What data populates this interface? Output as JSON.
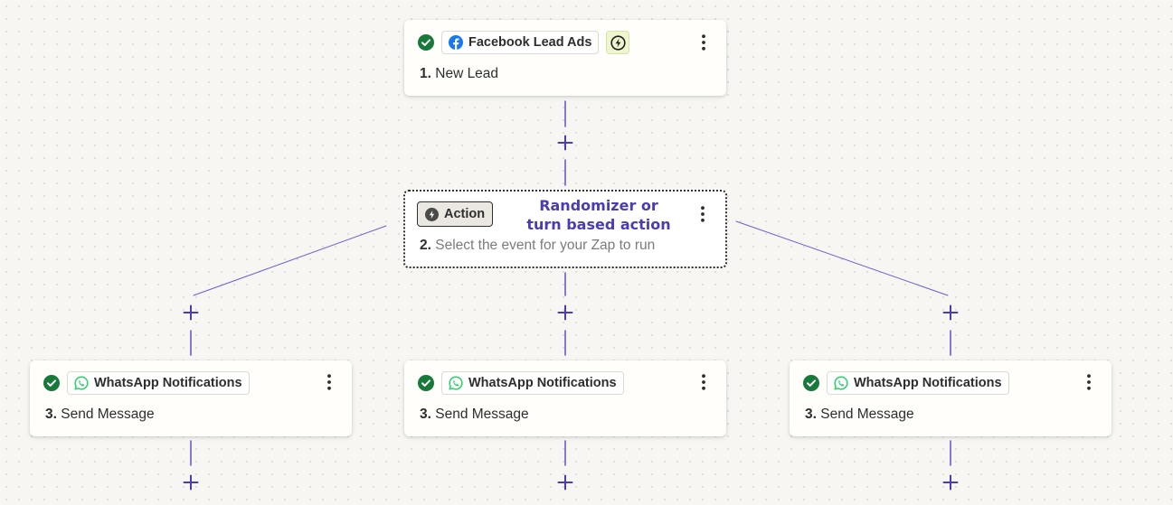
{
  "colors": {
    "canvas_bg": "#f7f6f3",
    "connector": "#6b5ccf",
    "check_green": "#187a3a",
    "annotation": "#4a3db3",
    "facebook_blue": "#1877f2",
    "whatsapp_green": "#25d366"
  },
  "trigger": {
    "status_icon": "check-circle-icon",
    "app_icon": "facebook-icon",
    "app_name": "Facebook Lead Ads",
    "badge_icon": "lightning-bolt-icon",
    "step_number": "1.",
    "step_label": "New Lead",
    "menu_icon": "kebab-menu-icon"
  },
  "action": {
    "chip_icon": "action-bolt-icon",
    "chip_label": "Action",
    "step_number": "2.",
    "step_placeholder": "Select the event for your Zap to run",
    "menu_icon": "kebab-menu-icon",
    "annotation": [
      "Randomizer or",
      "turn based action"
    ]
  },
  "branches": [
    {
      "status_icon": "check-circle-icon",
      "app_icon": "whatsapp-icon",
      "app_name": "WhatsApp Notifications",
      "step_number": "3.",
      "step_label": "Send Message",
      "menu_icon": "kebab-menu-icon"
    },
    {
      "status_icon": "check-circle-icon",
      "app_icon": "whatsapp-icon",
      "app_name": "WhatsApp Notifications",
      "step_number": "3.",
      "step_label": "Send Message",
      "menu_icon": "kebab-menu-icon"
    },
    {
      "status_icon": "check-circle-icon",
      "app_icon": "whatsapp-icon",
      "app_name": "WhatsApp Notifications",
      "step_number": "3.",
      "step_label": "Send Message",
      "menu_icon": "kebab-menu-icon"
    }
  ],
  "add_step_icon": "plus-icon"
}
